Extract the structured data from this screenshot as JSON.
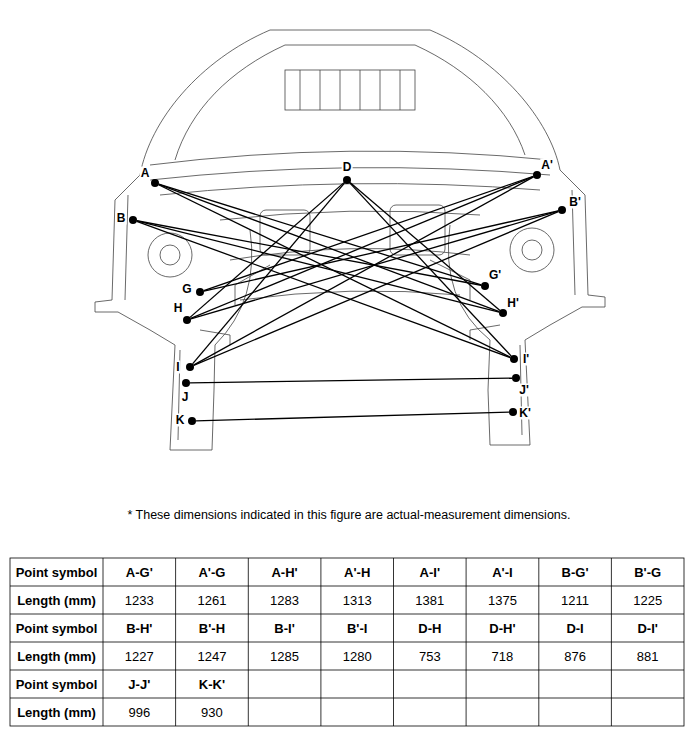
{
  "diagram": {
    "nodes": [
      {
        "text": [
          "A"
        ]
      },
      {
        "text": [
          "D"
        ]
      },
      {
        "text": [
          "A'"
        ]
      },
      {
        "text": [
          "B"
        ]
      },
      {
        "text": [
          "B'"
        ]
      },
      {
        "text": [
          "G"
        ]
      },
      {
        "text": [
          "G'"
        ]
      },
      {
        "text": [
          "H"
        ]
      },
      {
        "text": [
          "H'"
        ]
      },
      {
        "text": [
          "I"
        ]
      },
      {
        "text": [
          "I'"
        ]
      },
      {
        "text": [
          "J"
        ]
      },
      {
        "text": [
          "J'"
        ]
      },
      {
        "text": [
          "K"
        ]
      },
      {
        "text": [
          "K'"
        ]
      }
    ],
    "edges": [
      {
        "from": 0,
        "to": 6,
        "arrow": "none"
      },
      {
        "from": 2,
        "to": 5,
        "arrow": "none"
      },
      {
        "from": 0,
        "to": 8,
        "arrow": "none"
      },
      {
        "from": 2,
        "to": 7,
        "arrow": "none"
      },
      {
        "from": 0,
        "to": 10,
        "arrow": "none"
      },
      {
        "from": 2,
        "to": 9,
        "arrow": "none"
      },
      {
        "from": 3,
        "to": 6,
        "arrow": "none"
      },
      {
        "from": 4,
        "to": 5,
        "arrow": "none"
      },
      {
        "from": 3,
        "to": 8,
        "arrow": "none"
      },
      {
        "from": 4,
        "to": 7,
        "arrow": "none"
      },
      {
        "from": 3,
        "to": 10,
        "arrow": "none"
      },
      {
        "from": 4,
        "to": 9,
        "arrow": "none"
      },
      {
        "from": 1,
        "to": 7,
        "arrow": "none"
      },
      {
        "from": 1,
        "to": 8,
        "arrow": "none"
      },
      {
        "from": 1,
        "to": 9,
        "arrow": "none"
      },
      {
        "from": 1,
        "to": 10,
        "arrow": "none"
      },
      {
        "from": 11,
        "to": 12,
        "arrow": "none"
      },
      {
        "from": 13,
        "to": 14,
        "arrow": "none"
      }
    ],
    "labels": [
      "* These dimensions indicated in this figure are actual-measurement dimensions.",
      "Point symbol",
      "A-G'",
      "A'-G",
      "A-H'",
      "A'-H",
      "A-I'",
      "A'-I",
      "B-G'",
      "B'-G",
      "Length (mm)",
      "1233",
      "1261",
      "1283",
      "1313",
      "1381",
      "1375",
      "1211",
      "1225",
      "Point symbol",
      "B-H'",
      "B'-H",
      "B-I'",
      "B'-I",
      "D-H",
      "D-H'",
      "D-I",
      "D-I'",
      "Length (mm)",
      "1227",
      "1247",
      "1285",
      "1280",
      "753",
      "718",
      "876",
      "881",
      "Point symbol",
      "J-J'",
      "K-K'",
      "Length (mm)",
      "996",
      "930"
    ]
  }
}
